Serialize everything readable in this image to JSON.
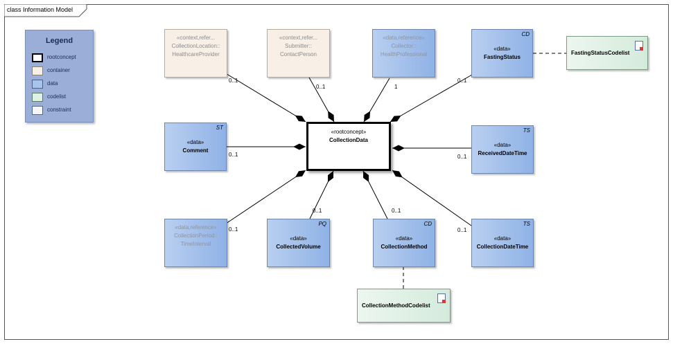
{
  "frame": {
    "title": "class Information Model"
  },
  "legend": {
    "title": "Legend",
    "items": [
      {
        "label": "rootconcept",
        "color": "#ffffff"
      },
      {
        "label": "container",
        "color": "#f8efe6"
      },
      {
        "label": "data",
        "color": "#a9c4ec"
      },
      {
        "label": "codelist",
        "color": "#dff0e4"
      },
      {
        "label": "constraint",
        "color": "#f4f6fb"
      }
    ]
  },
  "nodes": {
    "root": {
      "stereotype": "«rootconcept»",
      "name": "CollectionData"
    },
    "location": {
      "stereotype": "«context,refer...",
      "name": "CollectionLocation::",
      "name2": "HealthcareProvider"
    },
    "submitter": {
      "stereotype": "«context,refer...",
      "name": "Submitter::",
      "name2": "ContactPerson"
    },
    "collector": {
      "stereotype": "«data,reference»",
      "name": "Collector::",
      "name2": "HealthProfessional"
    },
    "fasting": {
      "type": "CD",
      "stereotype": "«data»",
      "name": "FastingStatus"
    },
    "fasting_codelist": {
      "name": "FastingStatusCodelist"
    },
    "comment": {
      "type": "ST",
      "stereotype": "«data»",
      "name": "Comment"
    },
    "received": {
      "type": "TS",
      "stereotype": "«data»",
      "name": "ReceivedDateTime"
    },
    "period": {
      "stereotype": "«data,reference»",
      "name": "CollectionPeriod::",
      "name2": "TimeInterval"
    },
    "volume": {
      "type": "PQ",
      "stereotype": "«data»",
      "name": "CollectedVolume"
    },
    "method": {
      "type": "CD",
      "stereotype": "«data»",
      "name": "CollectionMethod"
    },
    "datetime": {
      "type": "TS",
      "stereotype": "«data»",
      "name": "CollectionDateTime"
    },
    "method_codelist": {
      "name": "CollectionMethodCodelist"
    }
  },
  "multiplicities": {
    "location": "0..1",
    "submitter": "0..1",
    "collector": "1",
    "fasting": "0..1",
    "comment": "0..1",
    "received": "0..1",
    "period": "0..1",
    "volume": "0..1",
    "method": "0..1",
    "datetime": "0..1"
  }
}
